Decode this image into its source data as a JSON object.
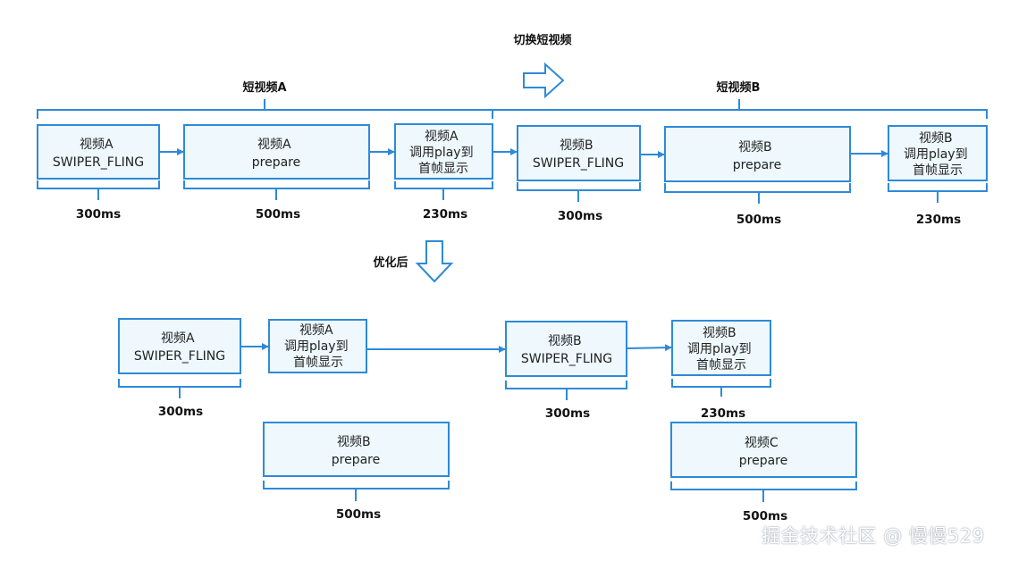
{
  "labels": {
    "switch": "切换短视频",
    "group_a": "短视频A",
    "group_b": "短视频B",
    "optimized": "优化后"
  },
  "boxes": {
    "t_swiper_a": [
      "视频A",
      "SWIPER_FLING"
    ],
    "t_prepare_a": [
      "视频A",
      "prepare"
    ],
    "t_play_a": [
      "视频A",
      "调用play到",
      "首帧显示"
    ],
    "t_swiper_b": [
      "视频B",
      "SWIPER_FLING"
    ],
    "t_prepare_b": [
      "视频B",
      "prepare"
    ],
    "t_play_b": [
      "视频B",
      "调用play到",
      "首帧显示"
    ],
    "b_swiper_a": [
      "视频A",
      "SWIPER_FLING"
    ],
    "b_play_a": [
      "视频A",
      "调用play到",
      "首帧显示"
    ],
    "b_swiper_b": [
      "视频B",
      "SWIPER_FLING"
    ],
    "b_play_b": [
      "视频B",
      "调用play到",
      "首帧显示"
    ],
    "b_prepare_b": [
      "视频B",
      "prepare"
    ],
    "b_prepare_c": [
      "视频C",
      "prepare"
    ]
  },
  "durations": {
    "t_swiper_a": "300ms",
    "t_prepare_a": "500ms",
    "t_play_a": "230ms",
    "t_swiper_b": "300ms",
    "t_prepare_b": "500ms",
    "t_play_b": "230ms",
    "b_swiper_a": "300ms",
    "b_swiper_b": "300ms",
    "b_play_b": "230ms",
    "b_prepare_b": "500ms",
    "b_prepare_c": "500ms"
  },
  "colors": {
    "stroke": "#2e8ad8",
    "fill": "#eef8fd"
  },
  "watermark": "掘金技术社区 @ 慢慢529"
}
